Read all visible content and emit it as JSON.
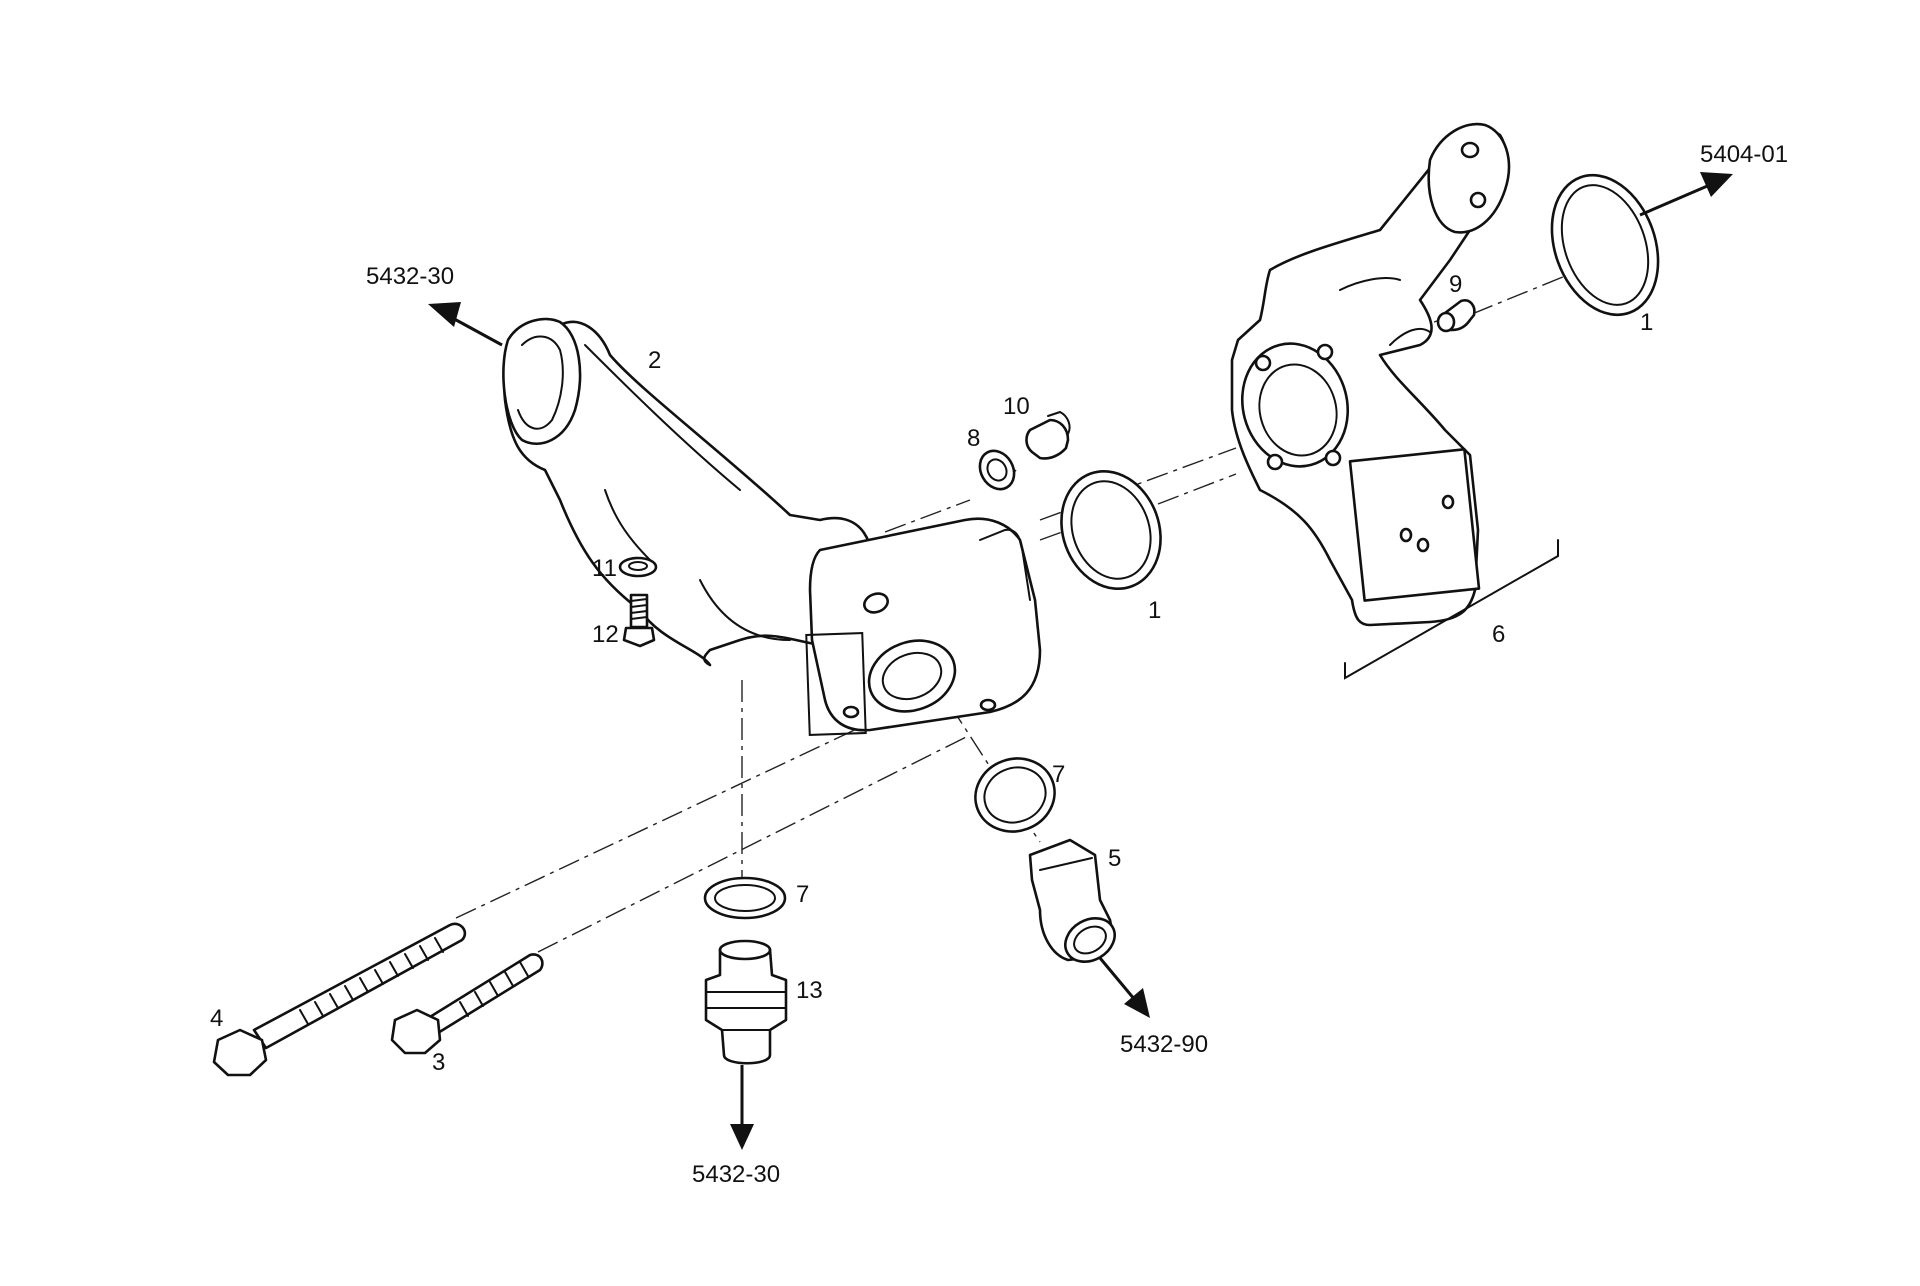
{
  "diagram": {
    "callouts": {
      "c1_ring_right": "1",
      "c1_ring_mid": "1",
      "c2_pipe": "2",
      "c3_bolt_short": "3",
      "c4_bolt_long": "4",
      "c5_fitting": "5",
      "c6_housing": "6",
      "c7_seal_mid": "7",
      "c7_seal_low": "7",
      "c8_washer": "8",
      "c9_pin": "9",
      "c10_plug": "10",
      "c11_washer": "11",
      "c12_screw": "12",
      "c13_nipple": "13"
    },
    "references": {
      "ref_top_right": "5404-01",
      "ref_top_left": "5432-30",
      "ref_bottom_left": "5432-30",
      "ref_bottom_right": "5432-90"
    }
  }
}
